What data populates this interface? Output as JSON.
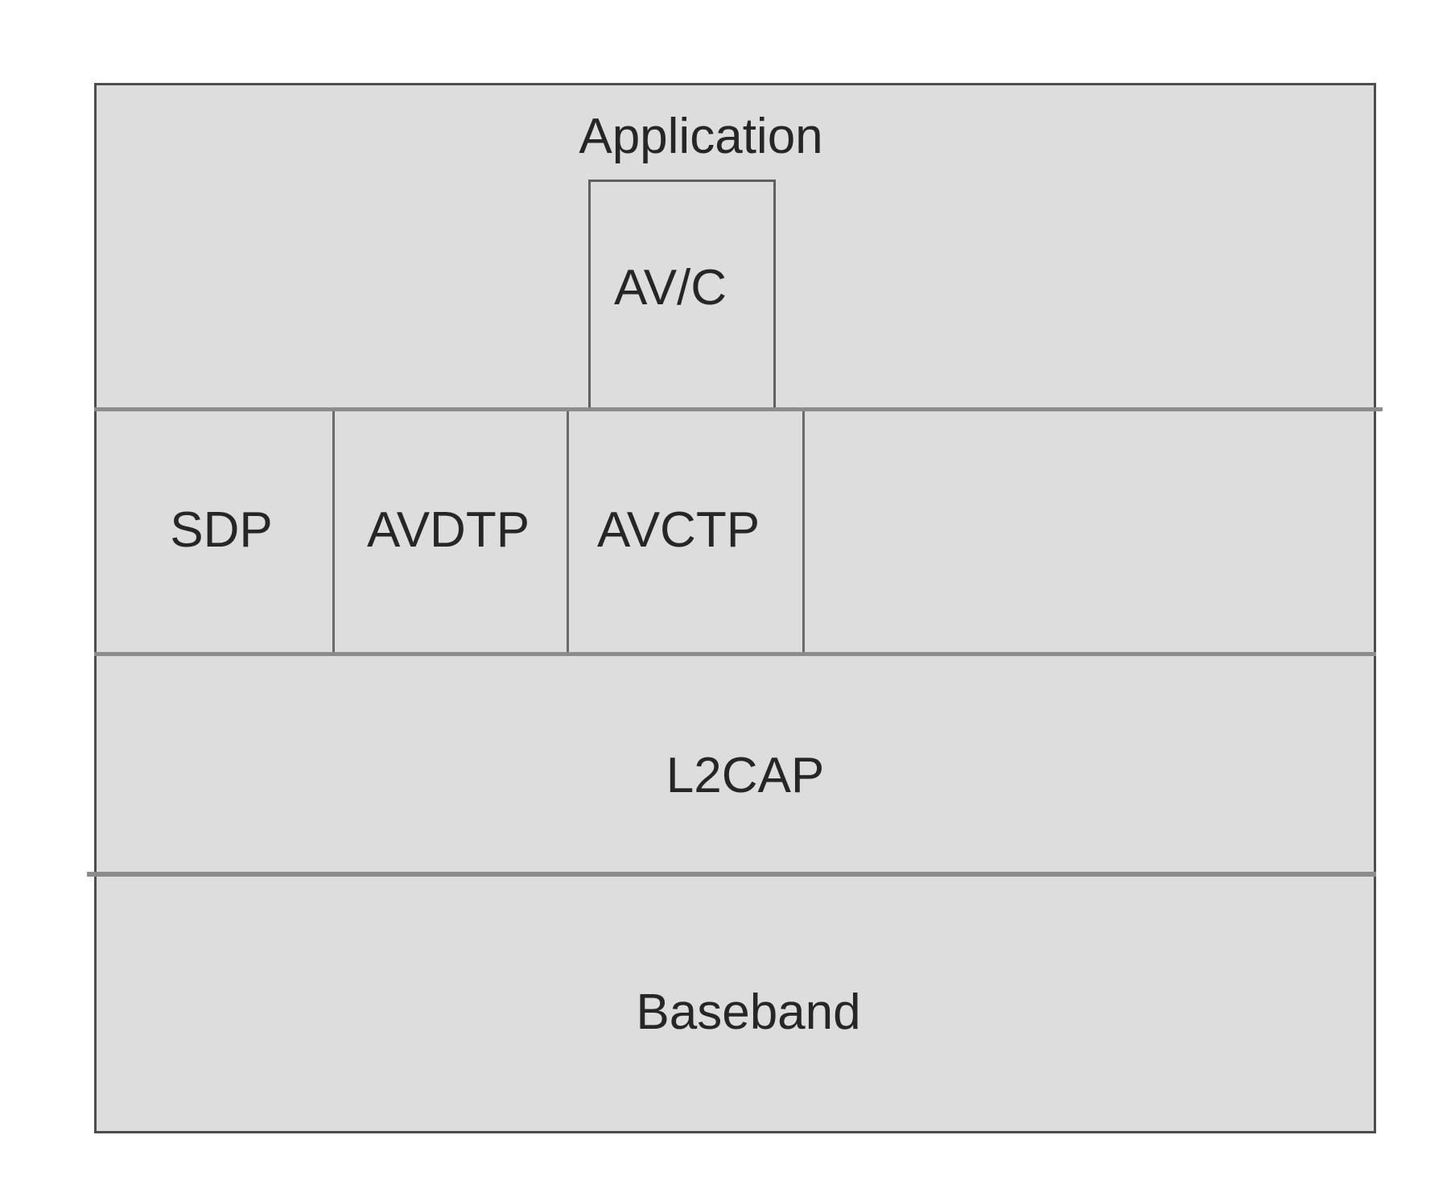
{
  "diagram": {
    "type": "protocol-stack",
    "description": "Bluetooth audio/video protocol stack block diagram",
    "layers": {
      "application": {
        "label": "Application"
      },
      "avc": {
        "label": "AV/C"
      },
      "sdp": {
        "label": "SDP"
      },
      "avdtp": {
        "label": "AVDTP"
      },
      "avctp": {
        "label": "AVCTP"
      },
      "l2cap": {
        "label": "L2CAP"
      },
      "baseband": {
        "label": "Baseband"
      }
    },
    "colors": {
      "page_background": "#ffffff",
      "box_fill": "#dddddd",
      "outer_border": "#4d4d4d",
      "thick_divider": "#8c8c8c",
      "thin_divider": "#6b6b6b",
      "avc_border": "#5f5f5f",
      "text": "#262626"
    }
  }
}
